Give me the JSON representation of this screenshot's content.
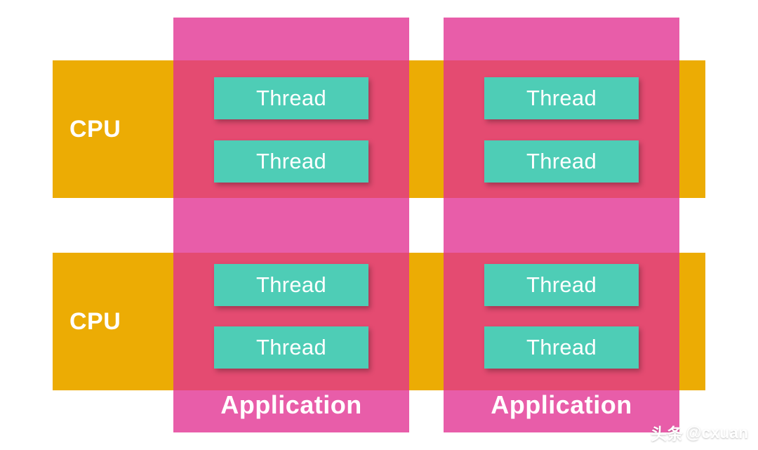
{
  "diagram": {
    "title": "CPU / Application / Thread diagram",
    "colors": {
      "cpu_bar": "#ECAC04",
      "application_panel": "#E23091",
      "thread_box": "#4ECDB6",
      "background": "#FFFFFF",
      "text": "#FFFFFF"
    },
    "cpus": [
      {
        "label": "CPU"
      },
      {
        "label": "CPU"
      }
    ],
    "applications": [
      {
        "label": "Application",
        "threads": [
          {
            "label": "Thread"
          },
          {
            "label": "Thread"
          },
          {
            "label": "Thread"
          },
          {
            "label": "Thread"
          }
        ]
      },
      {
        "label": "Application",
        "threads": [
          {
            "label": "Thread"
          },
          {
            "label": "Thread"
          },
          {
            "label": "Thread"
          },
          {
            "label": "Thread"
          }
        ]
      }
    ]
  },
  "watermark": {
    "cn": "头条",
    "handle": "@cxuan"
  }
}
